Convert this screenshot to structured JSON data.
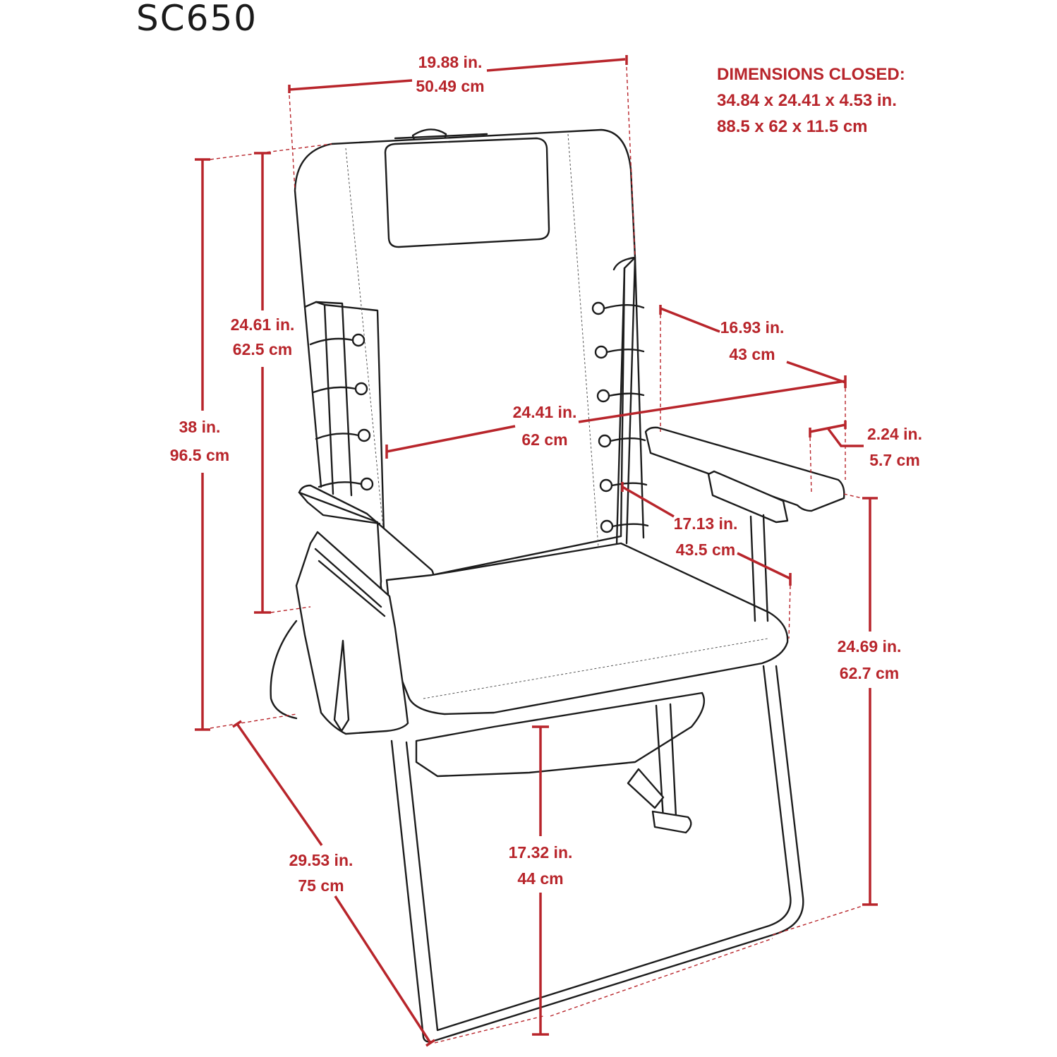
{
  "model": "SC650",
  "closed": {
    "heading": "DIMENSIONS CLOSED:",
    "imperial": "34.84  x  24.41  x  4.53 in.",
    "metric": "88.5  x  62  x  11.5 cm"
  },
  "dimensions": {
    "top_width": {
      "in": "19.88 in.",
      "cm": "50.49 cm"
    },
    "back_height": {
      "in": "24.61 in.",
      "cm": "62.5 cm"
    },
    "total_height": {
      "in": "38 in.",
      "cm": "96.5 cm"
    },
    "arm_length": {
      "in": "16.93 in.",
      "cm": "43 cm"
    },
    "outer_width": {
      "in": "24.41 in.",
      "cm": "62 cm"
    },
    "arm_width": {
      "in": "2.24 in.",
      "cm": "5.7 cm"
    },
    "seat_depth": {
      "in": "17.13 in.",
      "cm": "43.5 cm"
    },
    "arm_height": {
      "in": "24.69 in.",
      "cm": "62.7 cm"
    },
    "depth": {
      "in": "29.53 in.",
      "cm": "75 cm"
    },
    "seat_height": {
      "in": "17.32 in.",
      "cm": "44 cm"
    }
  },
  "colors": {
    "dimension": "#b8252b",
    "ink": "#1c1c1c"
  }
}
